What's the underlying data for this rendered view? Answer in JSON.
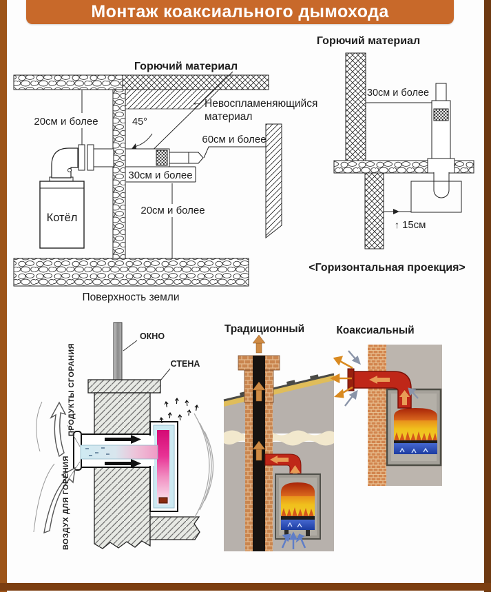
{
  "page": {
    "title": "Монтаж коаксиального дымохода"
  },
  "colors": {
    "banner_bg": "#C8692A",
    "banner_text": "#FFFFFF",
    "frame_left": "#9D5418",
    "frame_right": "#6D3911",
    "frame_bottom": "#7C3E10",
    "section_title_orange": "#E2951B",
    "pipe_red": "#BF2718",
    "exchanger_magenta": "#D40A74",
    "flame_yellow": "#F0C01C",
    "water_blue": "#2E4FB8",
    "diagram_ink": "#222222"
  },
  "top_left": {
    "flammable_label": "Горючий материал",
    "dim_20_left": "20см и более",
    "angle": "45°",
    "arrow_left": "←",
    "nonflammable_line1": "Невоспламеняющийся",
    "nonflammable_line2": "материал",
    "dim_60": "60см и более",
    "dim_30": "30см и более",
    "dim_20_bottom": "20см и более",
    "boiler_label": "Котёл",
    "ground_label": "Поверхность земли"
  },
  "top_right": {
    "flammable_label": "Горючий материал",
    "dim_30": "30см и более",
    "up_arrow": "↑",
    "dim_15": "15см",
    "caption": "<Горизонтальная проекция>"
  },
  "bottom_left": {
    "window_label": "ОКНО",
    "wall_label": "СТЕНА",
    "products_label": "ПРОДУКТЫ СГОРАНИЯ",
    "air_label": "ВОЗДУХ ДЛЯ ГОРЕНИЯ"
  },
  "bottom_middle": {
    "title": "Традиционный"
  },
  "bottom_right": {
    "title": "Коаксиальный"
  }
}
